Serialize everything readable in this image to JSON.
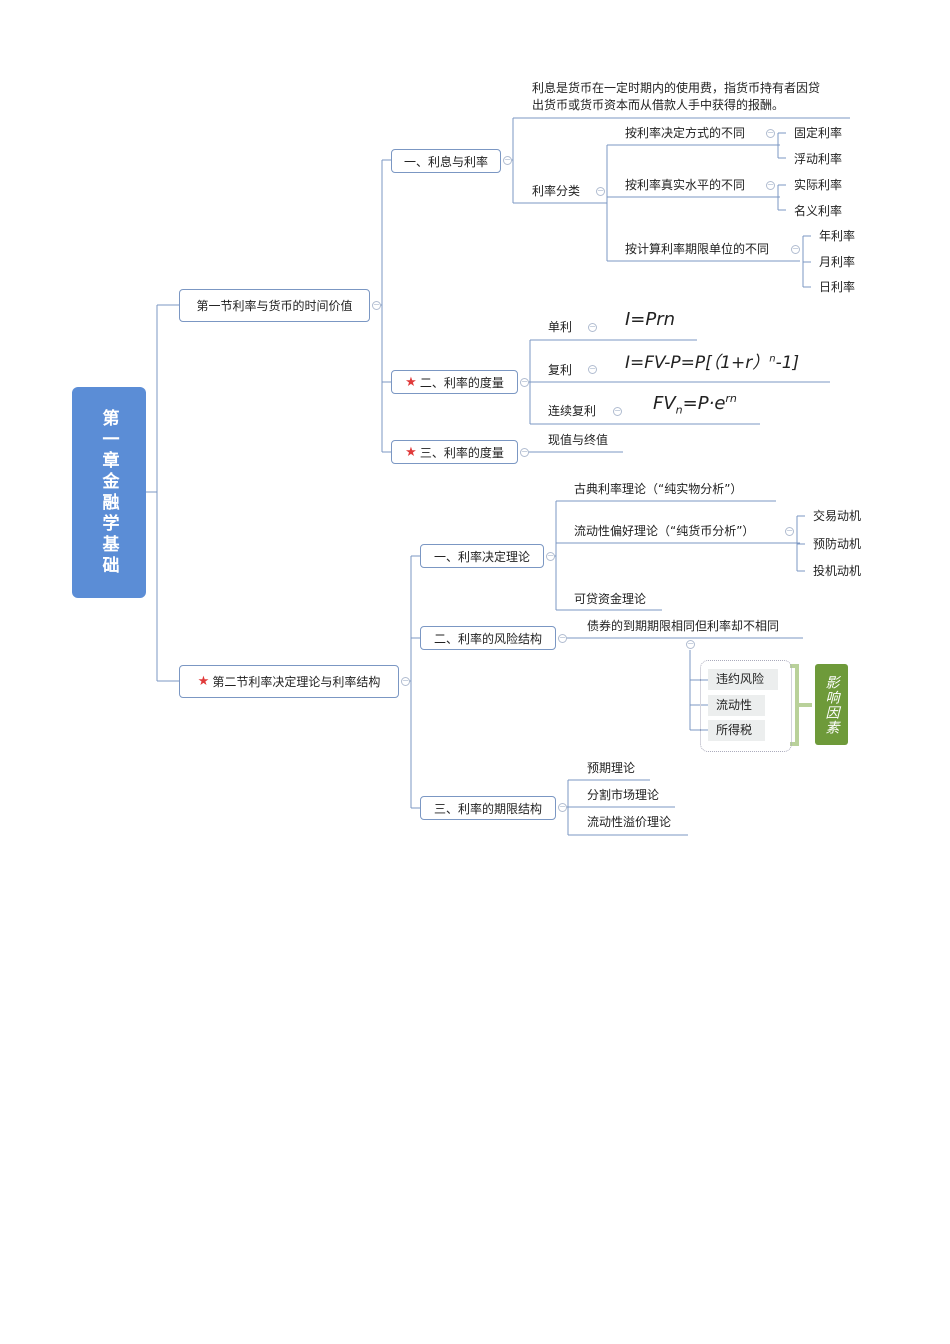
{
  "root": {
    "label": "第一章金融学基础",
    "color": "#5b8dd6"
  },
  "section1": {
    "label": "第一节利率与货币的时间价值",
    "topic1": {
      "label": "一、利息与利率",
      "definition_line1": "利息是货币在一定时期内的使用费，指货币持有者因贷",
      "definition_line2": "出货币或货币资本而从借款人手中获得的报酬。",
      "classification": {
        "label": "利率分类",
        "groups": [
          {
            "label": "按利率决定方式的不同",
            "items": [
              "固定利率",
              "浮动利率"
            ]
          },
          {
            "label": "按利率真实水平的不同",
            "items": [
              "实际利率",
              "名义利率"
            ]
          },
          {
            "label": "按计算利率期限单位的不同",
            "items": [
              "年利率",
              "月利率",
              "日利率"
            ]
          }
        ]
      }
    },
    "topic2": {
      "label": "二、利率的度量",
      "starred": true,
      "items": [
        {
          "label": "单利",
          "formula": "I=Prn"
        },
        {
          "label": "复利",
          "formula": "I=FV-P=P[（1+r）",
          "formula_sup": "n",
          "formula_tail": "-1]"
        },
        {
          "label": "连续复利",
          "formula": "FV",
          "formula_sub": "n",
          "formula_mid": "=P·e",
          "formula_sup": "rn"
        }
      ]
    },
    "topic3": {
      "label": "三、利率的度量",
      "starred": true,
      "items": [
        "现值与终值"
      ]
    }
  },
  "section2": {
    "label": "第二节利率决定理论与利率结构",
    "starred": true,
    "topic1": {
      "label": "一、利率决定理论",
      "items": [
        "古典利率理论（“纯实物分析”）",
        "流动性偏好理论（“纯货币分析”）",
        "可贷资金理论"
      ],
      "motives": [
        "交易动机",
        "预防动机",
        "投机动机"
      ]
    },
    "topic2": {
      "label": "二、利率的风险结构",
      "note": "债券的到期期限相同但利率却不相同",
      "factors": [
        "违约风险",
        "流动性",
        "所得税"
      ],
      "factors_label": "影响因素",
      "factors_color": "#6e9a3a"
    },
    "topic3": {
      "label": "三、利率的期限结构",
      "items": [
        "预期理论",
        "分割市场理论",
        "流动性溢价理论"
      ]
    }
  },
  "collapse_symbol": "−"
}
